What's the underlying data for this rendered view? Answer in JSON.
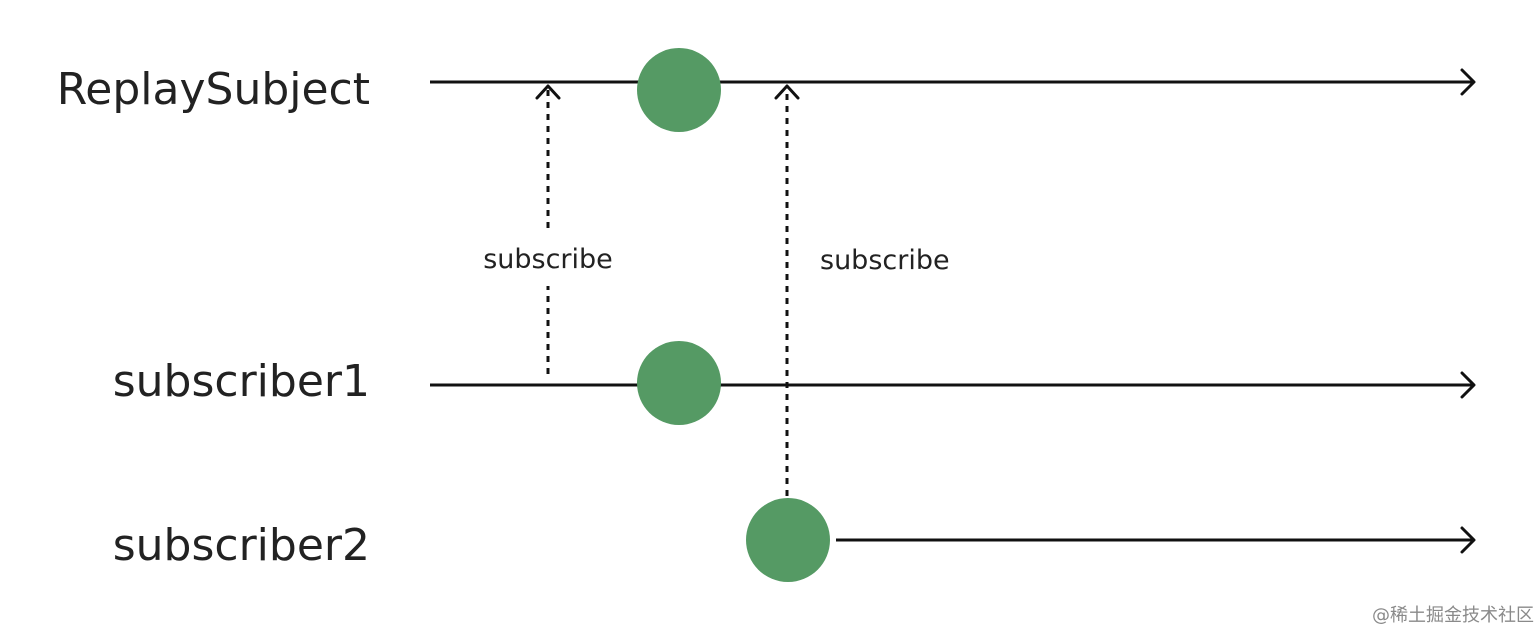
{
  "streams": [
    {
      "label": "ReplaySubject"
    },
    {
      "label": "subscriber1"
    },
    {
      "label": "subscriber2"
    }
  ],
  "subscriptions": [
    {
      "label": "subscribe",
      "from": "subscriber1",
      "to": "ReplaySubject"
    },
    {
      "label": "subscribe",
      "from": "subscriber2",
      "to": "ReplaySubject"
    }
  ],
  "emissions": [
    {
      "stream": "ReplaySubject",
      "color": "#559a64"
    },
    {
      "stream": "subscriber1",
      "color": "#559a64"
    },
    {
      "stream": "subscriber2",
      "color": "#559a64"
    }
  ],
  "watermark": "@稀土掘金技术社区"
}
